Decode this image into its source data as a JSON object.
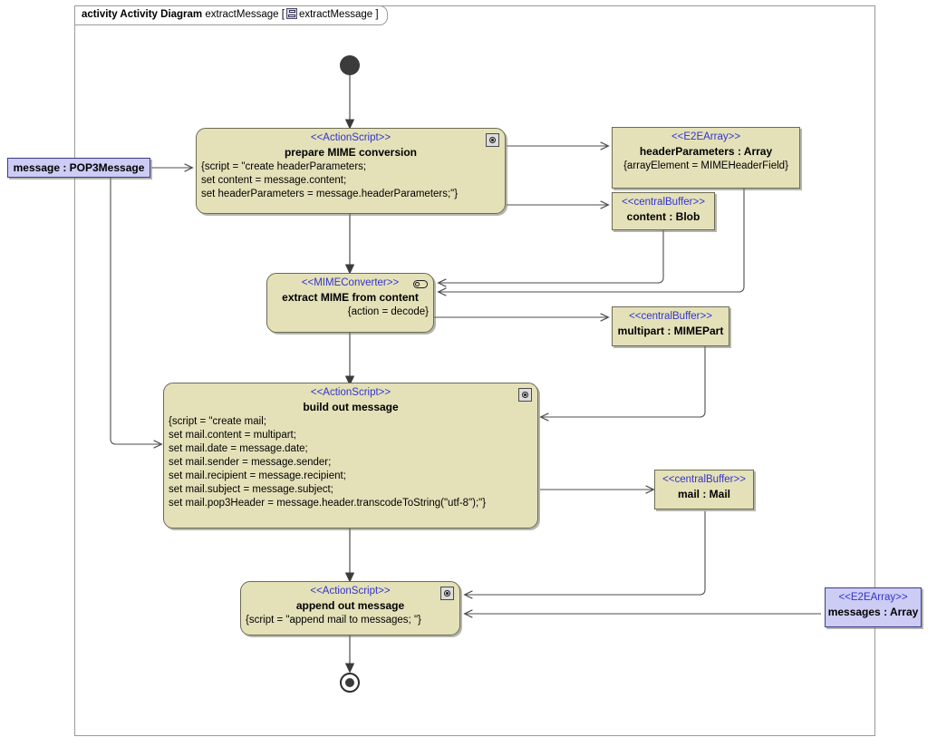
{
  "frame": {
    "keyword": "activity Activity Diagram",
    "name": "extractMessage",
    "bracket_open": "[",
    "icon": "activity-diagram-icon",
    "param": "extractMessage",
    "bracket_close": "]"
  },
  "colors": {
    "action_fill": "#e4e1b9",
    "action_border": "#6b6b52",
    "pin_fill": "#ccccf5",
    "pin_border": "#3a3a8c",
    "stereotype_text": "#3333cc",
    "connector": "#4d4d4d",
    "frame_border": "#9a9a9a"
  },
  "nodes": {
    "start": {
      "label": "initial-node"
    },
    "prepare": {
      "stereotype": "<<ActionScript>>",
      "name": "prepare MIME conversion",
      "body": "{script = \"create headerParameters;\nset content = message.content;\nset headerParameters = message.headerParameters;\"}",
      "icon": "action-script-icon"
    },
    "message_pin": {
      "name": "message : POP3Message"
    },
    "header_params": {
      "stereotype": "<<E2EArray>>",
      "name": "headerParameters : Array",
      "body": "{arrayElement = MIMEHeaderField}"
    },
    "content_buffer": {
      "stereotype": "<<centralBuffer>>",
      "name": "content : Blob"
    },
    "extract": {
      "stereotype": "<<MIMEConverter>>",
      "name": "extract MIME from content",
      "body": "{action = decode}",
      "icon": "mime-converter-icon"
    },
    "multipart_buffer": {
      "stereotype": "<<centralBuffer>>",
      "name": "multipart : MIMEPart"
    },
    "build": {
      "stereotype": "<<ActionScript>>",
      "name": "build out message",
      "body": "{script = \"create mail;\nset mail.content = multipart;\nset mail.date = message.date;\nset mail.sender = message.sender;\nset mail.recipient = message.recipient;\nset mail.subject = message.subject;\nset mail.pop3Header = message.header.transcodeToString(\"utf-8\");\"}",
      "icon": "action-script-icon"
    },
    "mail_buffer": {
      "stereotype": "<<centralBuffer>>",
      "name": "mail : Mail"
    },
    "append": {
      "stereotype": "<<ActionScript>>",
      "name": "append out message",
      "body": "{script = \"append mail to messages; \"}",
      "icon": "action-script-icon"
    },
    "messages_pin": {
      "stereotype": "<<E2EArray>>",
      "name": "messages : Array"
    },
    "end": {
      "label": "activity-final-node"
    }
  }
}
